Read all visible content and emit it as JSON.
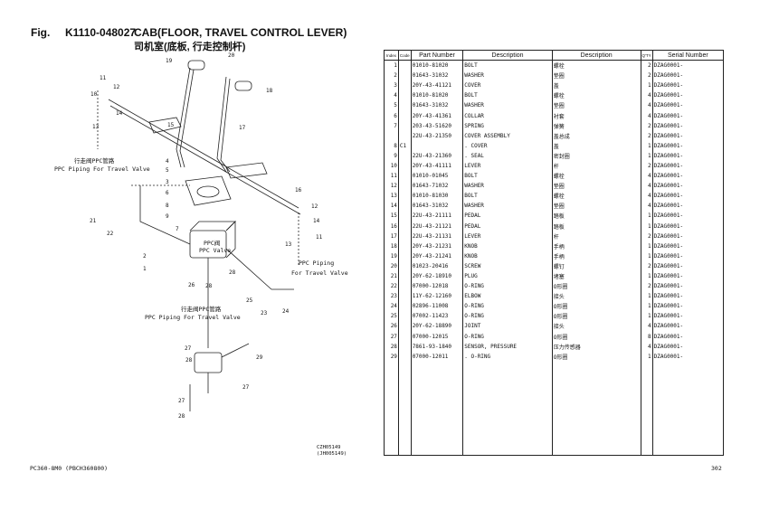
{
  "header": {
    "fig_label": "Fig.",
    "fig_number": "K1110-048027",
    "title": "CAB(FLOOR, TRAVEL CONTROL LEVER)",
    "title_cn": "司机室(底板, 行走控制杆)"
  },
  "diagram": {
    "labels": {
      "ppc_piping_cn_1": "行走阀PPC管路",
      "ppc_piping_en_1": "PPC Piping For Travel Valve",
      "ppc_valve_cn": "PPC阀",
      "ppc_valve_en": "PPC Valve",
      "ppc_piping_en_2a": "PPC Piping",
      "ppc_piping_en_2b": "For Travel Valve",
      "ppc_piping_cn_3": "行走阀PPC管路",
      "ppc_piping_en_3": "PPC Piping For Travel Valve"
    },
    "callouts": [
      "19",
      "20",
      "18",
      "11",
      "12",
      "10",
      "14",
      "13",
      "15",
      "17",
      "4",
      "5",
      "3",
      "6",
      "8",
      "9",
      "7",
      "16",
      "12",
      "14",
      "11",
      "13",
      "21",
      "22",
      "2",
      "1",
      "26",
      "28",
      "28",
      "25",
      "23",
      "24",
      "27",
      "28",
      "29",
      "27",
      "27",
      "28"
    ],
    "drawing_code": "CZH05149",
    "drawing_code_alt": "(JH005149)"
  },
  "table": {
    "headers": [
      "Index",
      "Code",
      "Part Number",
      "Description",
      "Description",
      "Q'TY",
      "Serial Number"
    ],
    "rows": [
      [
        "1",
        "",
        "01010-81020",
        "BOLT",
        "螺栓",
        "2",
        "DZAG0001-"
      ],
      [
        "2",
        "",
        "01643-31032",
        "WASHER",
        "垫圈",
        "2",
        "DZAG0001-"
      ],
      [
        "3",
        "",
        "20Y-43-41121",
        "COVER",
        "盖",
        "1",
        "DZAG0001-"
      ],
      [
        "4",
        "",
        "01010-81020",
        "BOLT",
        "螺栓",
        "4",
        "DZAG0001-"
      ],
      [
        "5",
        "",
        "01643-31032",
        "WASHER",
        "垫圈",
        "4",
        "DZAG0001-"
      ],
      [
        "6",
        "",
        "20Y-43-41361",
        "COLLAR",
        "衬套",
        "4",
        "DZAG0001-"
      ],
      [
        "7",
        "",
        "203-43-51620",
        "SPRING",
        "弹簧",
        "2",
        "DZAG0001-"
      ],
      [
        "",
        "",
        "22U-43-21350",
        "COVER ASSEMBLY",
        "盖总成",
        "2",
        "DZAG0001-"
      ],
      [
        "8",
        "C1",
        "",
        ". COVER",
        "盖",
        "1",
        "DZAG0001-"
      ],
      [
        "9",
        "",
        "22U-43-21360",
        ". SEAL",
        "密封圈",
        "1",
        "DZAG0001-"
      ],
      [
        "10",
        "",
        "20Y-43-41111",
        "LEVER",
        "杆",
        "2",
        "DZAG0001-"
      ],
      [
        "11",
        "",
        "01010-01045",
        "BOLT",
        "螺栓",
        "4",
        "DZAG0001-"
      ],
      [
        "12",
        "",
        "01643-71032",
        "WASHER",
        "垫圈",
        "4",
        "DZAG0001-"
      ],
      [
        "13",
        "",
        "01010-81030",
        "BOLT",
        "螺栓",
        "4",
        "DZAG0001-"
      ],
      [
        "14",
        "",
        "01643-31032",
        "WASHER",
        "垫圈",
        "4",
        "DZAG0001-"
      ],
      [
        "15",
        "",
        "22U-43-21111",
        "PEDAL",
        "踏板",
        "1",
        "DZAG0001-"
      ],
      [
        "16",
        "",
        "22U-43-21121",
        "PEDAL",
        "踏板",
        "1",
        "DZAG0001-"
      ],
      [
        "17",
        "",
        "22U-43-21131",
        "LEVER",
        "杆",
        "2",
        "DZAG0001-"
      ],
      [
        "18",
        "",
        "20Y-43-21231",
        "KNOB",
        "手柄",
        "1",
        "DZAG0001-"
      ],
      [
        "19",
        "",
        "20Y-43-21241",
        "KNOB",
        "手柄",
        "1",
        "DZAG0001-"
      ],
      [
        "20",
        "",
        "01023-20416",
        "SCREW",
        "螺钉",
        "2",
        "DZAG0001-"
      ],
      [
        "21",
        "",
        "20Y-62-18910",
        "PLUG",
        "堵塞",
        "1",
        "DZAG0001-"
      ],
      [
        "22",
        "",
        "07000-12018",
        "O-RING",
        "O形圈",
        "2",
        "DZAG0001-"
      ],
      [
        "23",
        "",
        "11Y-62-12160",
        "ELBOW",
        "接头",
        "1",
        "DZAG0001-"
      ],
      [
        "24",
        "",
        "02896-11008",
        "O-RING",
        "O形圈",
        "1",
        "DZAG0001-"
      ],
      [
        "25",
        "",
        "07002-11423",
        "O-RING",
        "O形圈",
        "1",
        "DZAG0001-"
      ],
      [
        "26",
        "",
        "20Y-62-18890",
        "JOINT",
        "接头",
        "4",
        "DZAG0001-"
      ],
      [
        "27",
        "",
        "07000-12015",
        "O-RING",
        "O形圈",
        "8",
        "DZAG0001-"
      ],
      [
        "28",
        "",
        "7861-93-1840",
        "SENSOR, PRESSURE",
        "压力传感器",
        "4",
        "DZAG0001-"
      ],
      [
        "29",
        "",
        "07000-12011",
        ". O-RING",
        "O形圈",
        "1",
        "DZAG0001-"
      ]
    ]
  },
  "footer": {
    "model": "PC360-8M0  (PBCH360800)",
    "page": "302"
  }
}
